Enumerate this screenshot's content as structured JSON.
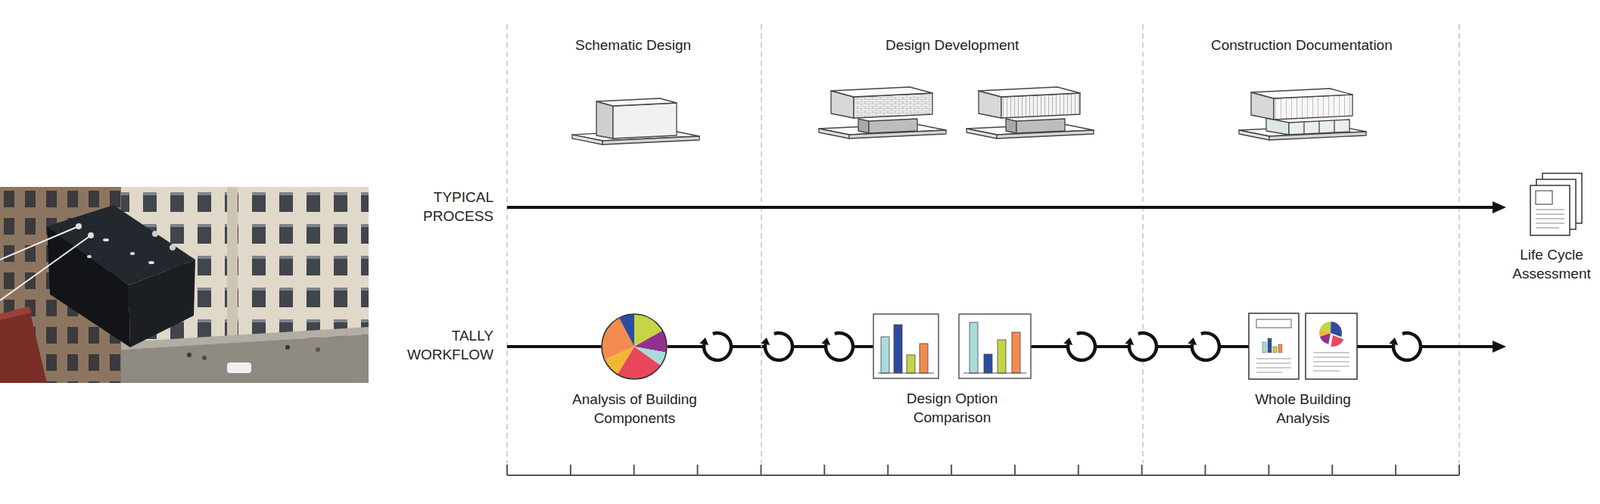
{
  "diagram": {
    "nodes": [
      {
        "text": [
          "Analysis of Building Components"
        ]
      },
      {
        "text": [
          "Design Option Comparison"
        ]
      },
      {
        "text": [
          "Whole Building Analysis"
        ]
      },
      {
        "text": [
          "Life Cycle Assessment"
        ]
      }
    ],
    "edges": [
      {
        "from": 0,
        "to": 1,
        "arrow": "none"
      },
      {
        "from": 1,
        "to": 2,
        "arrow": "none"
      }
    ],
    "labels": [
      "Schematic Design",
      "Design Development",
      "Construction Documentation",
      "TYPICAL PROCESS",
      "TALLY WORKFLOW"
    ]
  }
}
